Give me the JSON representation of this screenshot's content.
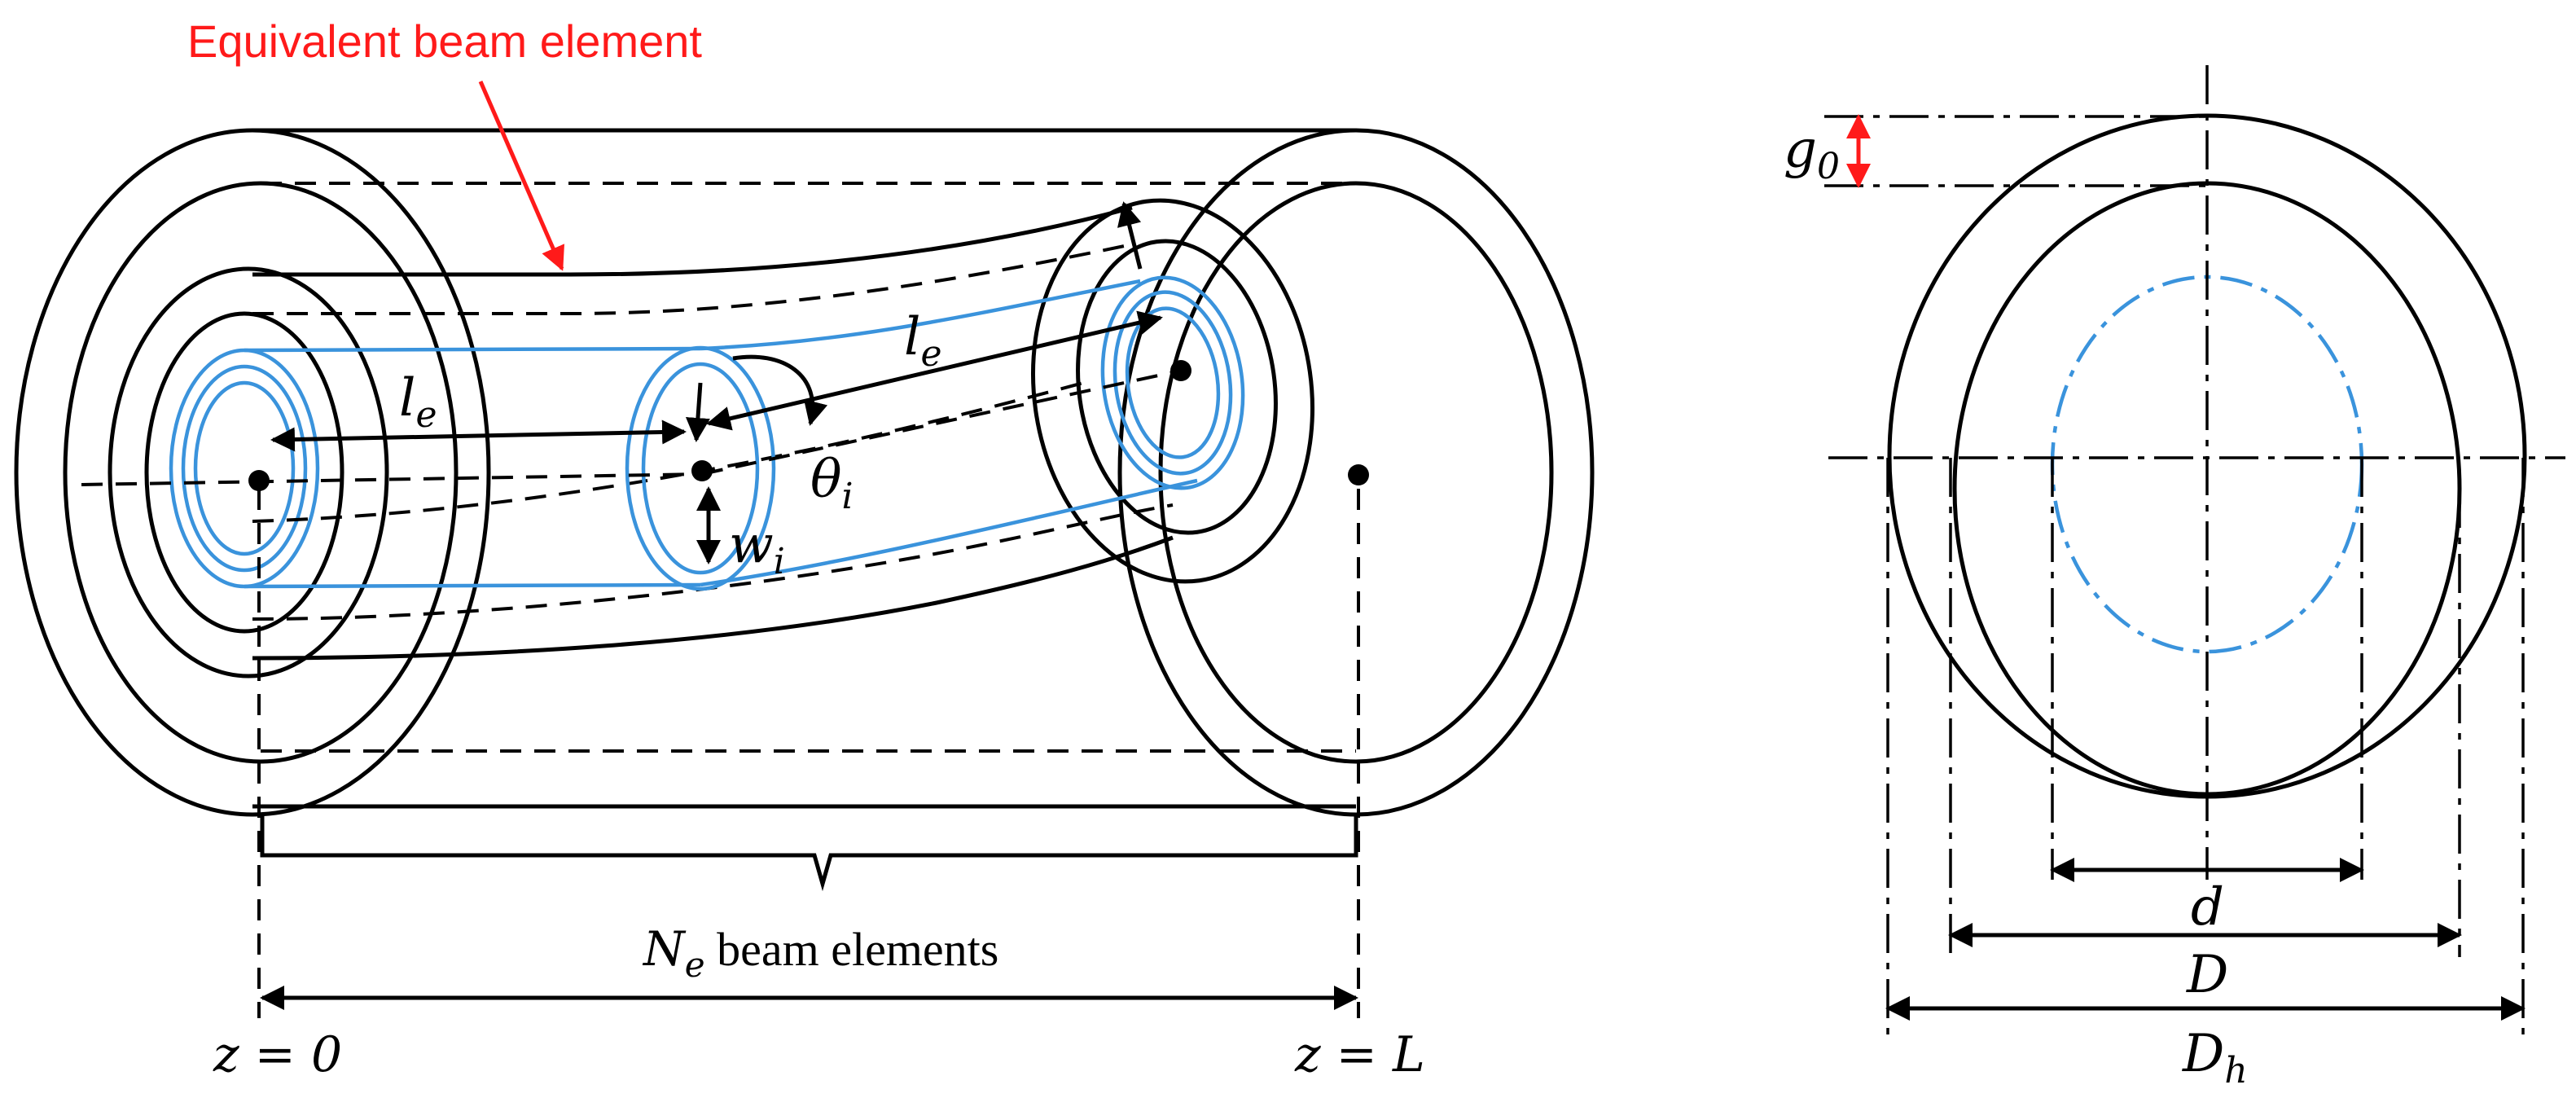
{
  "labels": {
    "equivalent_beam": "Equivalent beam element",
    "le_left": "l",
    "le_left_sub": "e",
    "le_right": "l",
    "le_right_sub": "e",
    "theta": "θ",
    "theta_sub": "i",
    "w": "w",
    "w_sub": "i",
    "ne_symbol": "N",
    "ne_sub": "e",
    "ne_text": " beam elements",
    "z0": "z = 0",
    "zL": "z = L",
    "g0": "g",
    "g0_sub": "0",
    "d": "d",
    "D": "D",
    "Dh": "D",
    "Dh_sub": "h"
  },
  "colors": {
    "ink": "#000000",
    "beam_blue": "#3a93dc",
    "annotation_red": "#ff1a1a"
  }
}
